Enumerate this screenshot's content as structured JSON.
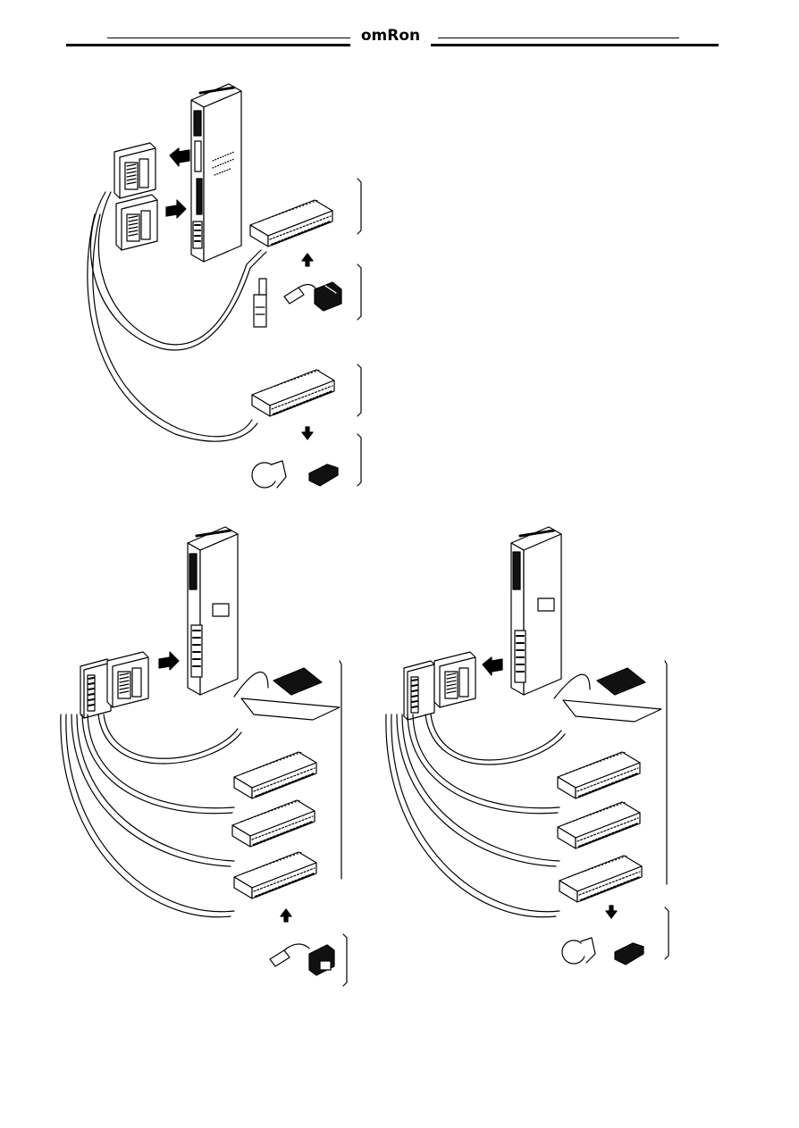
{
  "header": {
    "brand": "omRon"
  },
  "colors": {
    "ink": "#000000",
    "paper": "#ffffff",
    "shade": "#1a1a1a"
  },
  "figures": [
    {
      "id": "fig-top",
      "parts": [
        "plc-unit",
        "connector-cable-2",
        "terminal-block-input",
        "input-devices",
        "terminal-block-output",
        "output-devices"
      ]
    },
    {
      "id": "fig-bottom-left",
      "parts": [
        "plc-unit",
        "connector-cable-4",
        "terminal-block-input-3",
        "input-devices"
      ]
    },
    {
      "id": "fig-bottom-right",
      "parts": [
        "plc-unit",
        "connector-cable-4",
        "terminal-block-output-3",
        "output-devices"
      ]
    }
  ],
  "icons": [
    "arrow-left-icon",
    "arrow-right-icon",
    "arrow-up-icon",
    "arrow-down-icon",
    "limit-switch-icon",
    "proximity-sensor-icon",
    "photo-sensor-icon",
    "pilot-lamp-icon",
    "relay-icon"
  ]
}
